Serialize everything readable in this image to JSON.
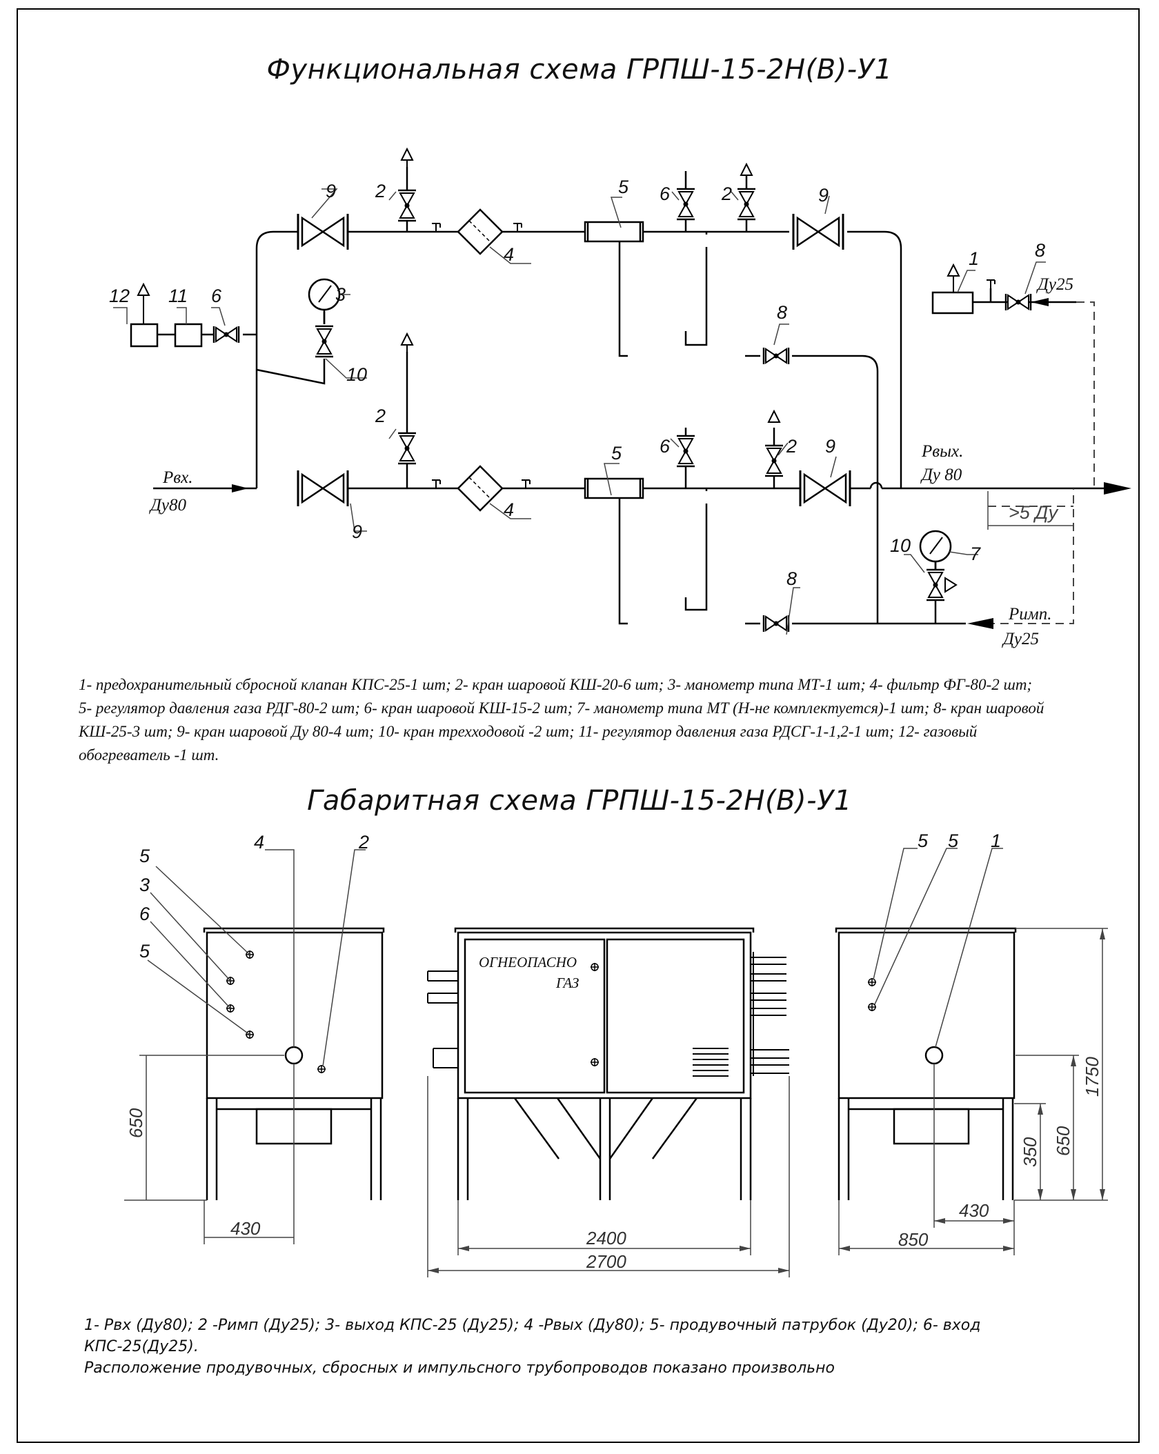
{
  "functional": {
    "title": "Функциональная схема ГРПШ-15-2Н(В)-У1",
    "labels": {
      "p_in": "Рвх.",
      "dn_in": "Ду80",
      "p_out": "Рвых.",
      "dn_out": "Ду 80",
      "p_imp": "Римп.",
      "dn_imp": "Ду25",
      "dn_kps": "Ду25",
      "min_len": ">5 Ду"
    },
    "legend": {
      "line1": "1- предохранительный сбросной клапан КПС-25-1 шт; 2- кран шаровой КШ-20-6 шт; 3- манометр типа МТ-1 шт; 4- фильтр ФГ-80-2 шт;",
      "line2": "5- регулятор давления газа РДГ-80-2 шт; 6- кран шаровой КШ-15-2 шт; 7- манометр типа МТ (Н-не комплектуется)-1 шт; 8- кран шаровой",
      "line3": "КШ-25-3 шт; 9- кран шаровой Ду 80-4 шт; 10- кран трехходовой -2 шт; 11- регулятор давления газа РДСГ-1-1,2-1 шт; 12- газовый",
      "line4": "обогреватель -1 шт."
    }
  },
  "overall": {
    "title": "Габаритная схема ГРПШ-15-2Н(В)-У1",
    "front_text_1": "ОГНЕОПАСНО",
    "front_text_2": "ГАЗ",
    "dims": {
      "left_h": "650",
      "left_w": "430",
      "front_inner": "2400",
      "front_outer": "2700",
      "right_h_total": "1750",
      "right_h_mid": "650",
      "right_h_low": "350",
      "right_w_mid": "430",
      "right_w": "850"
    },
    "notes": {
      "line1": "1- Рвх (Ду80); 2 -Римп (Ду25); 3- выход КПС-25 (Ду25); 4 -Рвых (Ду80); 5- продувочный патрубок (Ду20); 6- вход",
      "line2": "КПС-25(Ду25).",
      "line3": "Расположение продувочных, сбросных и импульсного трубопроводов показано произвольно"
    }
  }
}
